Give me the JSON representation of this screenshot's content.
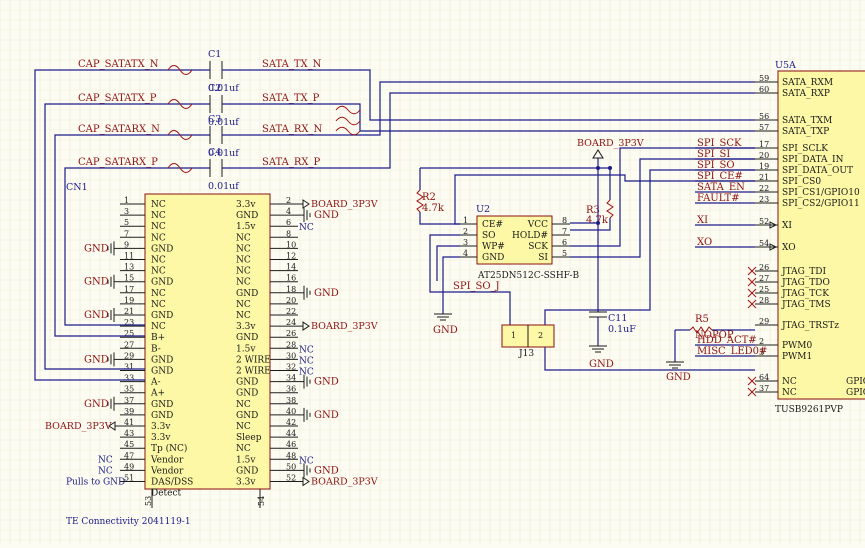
{
  "connector": {
    "ref": "CN1",
    "footer": "TE Connectivity 2041119-1",
    "bottom_pin_left": "53",
    "bottom_pin_right": "54",
    "left": [
      {
        "pin": "1",
        "name": "NC",
        "ext": ""
      },
      {
        "pin": "3",
        "name": "NC",
        "ext": ""
      },
      {
        "pin": "5",
        "name": "NC",
        "ext": ""
      },
      {
        "pin": "7",
        "name": "NC",
        "ext": ""
      },
      {
        "pin": "9",
        "name": "GND",
        "ext": "GND"
      },
      {
        "pin": "11",
        "name": "NC",
        "ext": ""
      },
      {
        "pin": "13",
        "name": "NC",
        "ext": ""
      },
      {
        "pin": "15",
        "name": "GND",
        "ext": "GND"
      },
      {
        "pin": "17",
        "name": "NC",
        "ext": ""
      },
      {
        "pin": "19",
        "name": "NC",
        "ext": ""
      },
      {
        "pin": "21",
        "name": "GND",
        "ext": "GND"
      },
      {
        "pin": "23",
        "name": "NC",
        "ext": ""
      },
      {
        "pin": "25",
        "name": "B+",
        "ext": ""
      },
      {
        "pin": "27",
        "name": "B-",
        "ext": ""
      },
      {
        "pin": "29",
        "name": "GND",
        "ext": "GND"
      },
      {
        "pin": "31",
        "name": "GND",
        "ext": ""
      },
      {
        "pin": "33",
        "name": "A-",
        "ext": ""
      },
      {
        "pin": "35",
        "name": "A+",
        "ext": ""
      },
      {
        "pin": "37",
        "name": "GND",
        "ext": "GND"
      },
      {
        "pin": "39",
        "name": "GND",
        "ext": ""
      },
      {
        "pin": "41",
        "name": "3.3v",
        "ext": "BOARD_3P3V"
      },
      {
        "pin": "43",
        "name": "3.3v",
        "ext": ""
      },
      {
        "pin": "45",
        "name": "Tp (NC)",
        "ext": ""
      },
      {
        "pin": "47",
        "name": "Vendor",
        "ext": "NC"
      },
      {
        "pin": "49",
        "name": "Vendor",
        "ext": "NC"
      },
      {
        "pin": "51",
        "name": "DAS/DSS",
        "ext": "Pulls to GND"
      },
      {
        "pin": "",
        "name": "Detect",
        "ext": ""
      }
    ],
    "right": [
      {
        "pin": "2",
        "name": "3.3v",
        "ext": "BOARD_3P3V"
      },
      {
        "pin": "4",
        "name": "GND",
        "ext": "GND"
      },
      {
        "pin": "6",
        "name": "1.5v",
        "ext": "NC"
      },
      {
        "pin": "8",
        "name": "NC",
        "ext": ""
      },
      {
        "pin": "10",
        "name": "NC",
        "ext": ""
      },
      {
        "pin": "12",
        "name": "NC",
        "ext": ""
      },
      {
        "pin": "14",
        "name": "NC",
        "ext": ""
      },
      {
        "pin": "16",
        "name": "NC",
        "ext": ""
      },
      {
        "pin": "18",
        "name": "GND",
        "ext": "GND"
      },
      {
        "pin": "20",
        "name": "NC",
        "ext": ""
      },
      {
        "pin": "22",
        "name": "NC",
        "ext": ""
      },
      {
        "pin": "24",
        "name": "3.3v",
        "ext": "BOARD_3P3V"
      },
      {
        "pin": "26",
        "name": "GND",
        "ext": ""
      },
      {
        "pin": "28",
        "name": "1.5v",
        "ext": "NC"
      },
      {
        "pin": "30",
        "name": "2 WIRE",
        "ext": "NC"
      },
      {
        "pin": "32",
        "name": "2 WIRE",
        "ext": "NC"
      },
      {
        "pin": "34",
        "name": "GND",
        "ext": "GND"
      },
      {
        "pin": "36",
        "name": "GND",
        "ext": ""
      },
      {
        "pin": "38",
        "name": "NC",
        "ext": ""
      },
      {
        "pin": "40",
        "name": "GND",
        "ext": "GND"
      },
      {
        "pin": "42",
        "name": "NC",
        "ext": ""
      },
      {
        "pin": "44",
        "name": "Sleep",
        "ext": ""
      },
      {
        "pin": "46",
        "name": "NC",
        "ext": ""
      },
      {
        "pin": "48",
        "name": "1.5v",
        "ext": "NC"
      },
      {
        "pin": "50",
        "name": "GND",
        "ext": "GND"
      },
      {
        "pin": "52",
        "name": "3.3v",
        "ext": "BOARD_3P3V"
      }
    ]
  },
  "caps_top": [
    {
      "left_net": "CAP_SATATX_N",
      "right_net": "SATA_TX_N",
      "ref": "C1",
      "value": "0.01uf"
    },
    {
      "left_net": "CAP_SATATX_P",
      "right_net": "SATA_TX_P",
      "ref": "C2",
      "value": "0.01uf"
    },
    {
      "left_net": "CAP_SATARX_N",
      "right_net": "SATA_RX_N",
      "ref": "C3",
      "value": "0.01uf"
    },
    {
      "left_net": "CAP_SATARX_P",
      "right_net": "SATA_RX_P",
      "ref": "C4",
      "value": "0.01uf"
    }
  ],
  "flash": {
    "ref": "U2",
    "part": "AT25DN512C-SSHF-B",
    "left": [
      {
        "pin": "1",
        "name": "CE#"
      },
      {
        "pin": "2",
        "name": "SO"
      },
      {
        "pin": "3",
        "name": "WP#"
      },
      {
        "pin": "4",
        "name": "GND"
      }
    ],
    "right": [
      {
        "pin": "8",
        "name": "VCC"
      },
      {
        "pin": "7",
        "name": "HOLD#"
      },
      {
        "pin": "6",
        "name": "SCK"
      },
      {
        "pin": "5",
        "name": "SI"
      }
    ],
    "power_net": "BOARD_3P3V",
    "r2_ref": "R2",
    "r2_val": "4.7k",
    "r3_ref": "R3",
    "r3_val": "4.7k",
    "c11_ref": "C11",
    "c11_val": "0.1uF",
    "so_net": "SPI_SO_J",
    "jumper_ref": "J13",
    "jumper_pin1": "1",
    "jumper_pin2": "2",
    "gnd": "GND"
  },
  "controller": {
    "ref": "U5A",
    "part": "TUSB9261PVP",
    "pins": [
      {
        "pin": "59",
        "name": "SATA_RXM",
        "net": ""
      },
      {
        "pin": "60",
        "name": "SATA_RXP",
        "net": ""
      },
      {
        "pin": "56",
        "name": "SATA_TXM",
        "net": ""
      },
      {
        "pin": "57",
        "name": "SATA_TXP",
        "net": ""
      },
      {
        "pin": "17",
        "name": "SPI_SCLK",
        "net": "SPI_SCK"
      },
      {
        "pin": "20",
        "name": "SPI_DATA_IN",
        "net": "SPI_SI"
      },
      {
        "pin": "19",
        "name": "SPI_DATA_OUT",
        "net": "SPI_SO"
      },
      {
        "pin": "21",
        "name": "SPI_CS0",
        "net": "SPI_CE#"
      },
      {
        "pin": "22",
        "name": "SPI_CS1/GPIO10",
        "net": "SATA_EN"
      },
      {
        "pin": "23",
        "name": "SPI_CS2/GPIO11",
        "net": "FAULT#"
      },
      {
        "pin": "52",
        "name": "XI",
        "net": "XI"
      },
      {
        "pin": "54",
        "name": "XO",
        "net": "XO"
      },
      {
        "pin": "26",
        "name": "JTAG_TDI",
        "net": ""
      },
      {
        "pin": "27",
        "name": "JTAG_TDO",
        "net": ""
      },
      {
        "pin": "25",
        "name": "JTAG_TCK",
        "net": ""
      },
      {
        "pin": "28",
        "name": "JTAG_TMS",
        "net": ""
      },
      {
        "pin": "29",
        "name": "JTAG_TRSTz",
        "net": ""
      },
      {
        "pin": "2",
        "name": "PWM0",
        "net": "HDD_ACT#"
      },
      {
        "pin": "3",
        "name": "PWM1",
        "net": "MISC_LED0#"
      },
      {
        "pin": "64",
        "name": "NC",
        "net": ""
      },
      {
        "pin": "37",
        "name": "NC",
        "net": ""
      }
    ],
    "gpio_a": "GPIO",
    "gpio_b": "GPIO",
    "r5_ref": "R5",
    "r5_val": "NOPOP",
    "gnd": "GND"
  }
}
